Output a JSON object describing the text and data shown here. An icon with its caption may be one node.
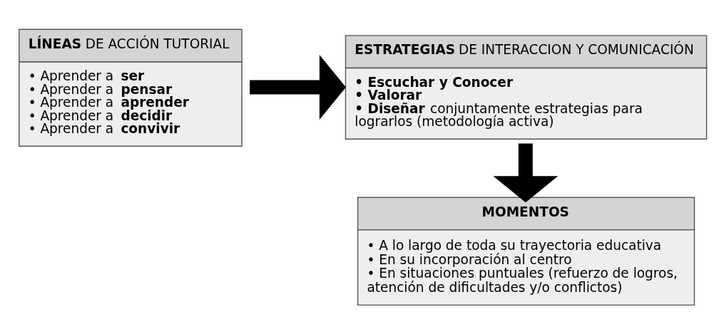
{
  "diagram": {
    "nodes": [
      {
        "text": [
          "**LÍNEAS** DE ACCIÓN TUTORIAL",
          "• Aprender a **ser**",
          "• Aprender a **pensar**",
          "• Aprender a **aprender**",
          "• Aprender a **decidir**",
          "• Aprender a **convivir**"
        ]
      },
      {
        "text": [
          "**ESTRATEGIAS** DE INTERACCION Y COMUNICACIÓN",
          "**• Escuchar y Conocer**",
          "**• Valorar**",
          "**• Diseñar** conjuntamente estrategias para lograrlos (metodología activa)"
        ]
      },
      {
        "text": [
          "**MOMENTOS**",
          "• A lo largo de toda su trayectoria educativa",
          "• En su incorporación al centro",
          "• En situaciones puntuales (refuerzo de logros, atención de dificultades y/o conflictos)"
        ]
      }
    ],
    "edges": [
      {
        "from": 0,
        "to": 1,
        "arrow": "to"
      },
      {
        "from": 1,
        "to": 2,
        "arrow": "to"
      }
    ]
  }
}
